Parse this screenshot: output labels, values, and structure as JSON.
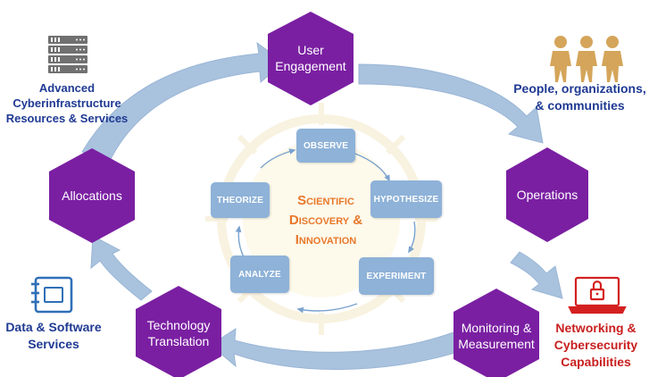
{
  "colors": {
    "hexagon": "#7a1fa2",
    "arrow": "#a9c2de",
    "process_box": "#8eb2d8",
    "dark_blue_text": "#1f3a93",
    "red_text": "#c81e1e",
    "orange_text": "#e8782a"
  },
  "hexagons": [
    {
      "id": "user-engagement",
      "lines": [
        "User",
        "Engagement"
      ]
    },
    {
      "id": "operations",
      "lines": [
        "Operations"
      ]
    },
    {
      "id": "monitoring",
      "lines": [
        "Monitoring &",
        "Measurement"
      ]
    },
    {
      "id": "technology",
      "lines": [
        "Technology",
        "Translation"
      ]
    },
    {
      "id": "allocations",
      "lines": [
        "Allocations"
      ]
    }
  ],
  "center": {
    "title_lines": [
      "Scientific",
      "Discovery &",
      "Innovation"
    ],
    "steps": [
      "OBSERVE",
      "HYPOTHESIZE",
      "EXPERIMENT",
      "ANALYZE",
      "THEORIZE"
    ]
  },
  "side_items": [
    {
      "id": "cyberinfrastructure",
      "icon": "server-rack-icon",
      "lines": [
        "Advanced",
        "Cyberinfrastructure",
        "Resources & Services"
      ]
    },
    {
      "id": "people",
      "icon": "people-group-icon",
      "lines": [
        "People, organizations,",
        "& communities"
      ]
    },
    {
      "id": "networking",
      "icon": "laptop-lock-icon",
      "lines": [
        "Networking &",
        "Cybersecurity",
        "Capabilities"
      ]
    },
    {
      "id": "data-software",
      "icon": "notebook-icon",
      "lines": [
        "Data & Software",
        "Services"
      ]
    }
  ]
}
